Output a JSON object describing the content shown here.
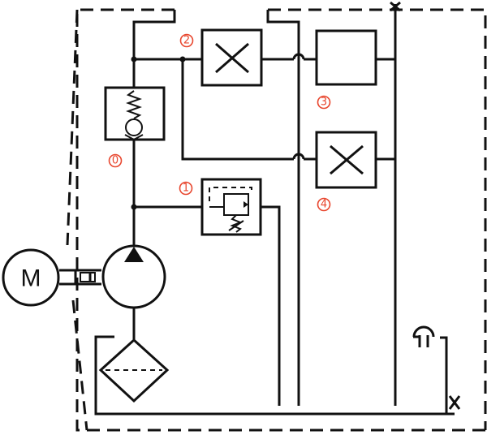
{
  "diagram": {
    "motor": {
      "label": "M"
    },
    "callouts": [
      {
        "id": "callout-0",
        "text": "0"
      },
      {
        "id": "callout-1",
        "text": "1"
      },
      {
        "id": "callout-2",
        "text": "2"
      },
      {
        "id": "callout-3",
        "text": "3"
      },
      {
        "id": "callout-4",
        "text": "4"
      }
    ],
    "colors": {
      "line": "#111111",
      "callout": "#e8472f",
      "background": "#ffffff"
    }
  }
}
